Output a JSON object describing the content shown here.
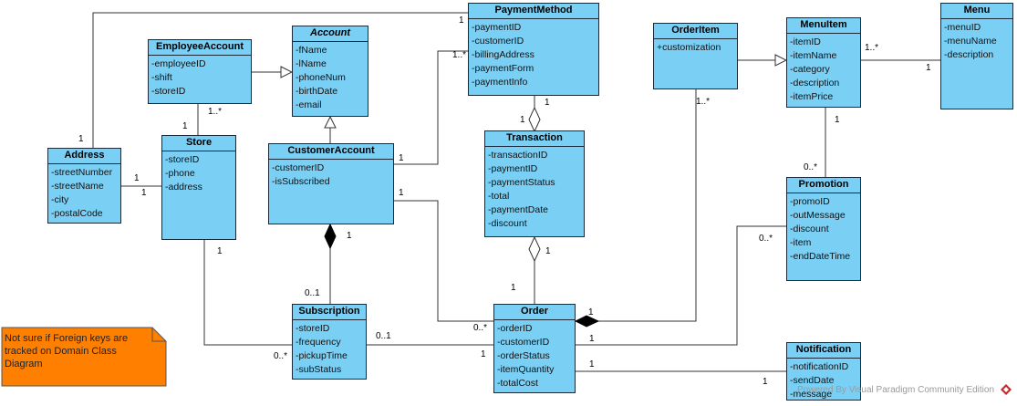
{
  "classes": {
    "payment_method": {
      "name": "PaymentMethod",
      "attributes": [
        "-paymentID",
        "-customerID",
        "-billingAddress",
        "-paymentForm",
        "-paymentInfo"
      ]
    },
    "employee_account": {
      "name": "EmployeeAccount",
      "attributes": [
        "-employeeID",
        "-shift",
        "-storeID"
      ]
    },
    "account": {
      "name": "Account",
      "attributes": [
        "-fName",
        "-lName",
        "-phoneNum",
        "-birthDate",
        "-email"
      ]
    },
    "address": {
      "name": "Address",
      "attributes": [
        "-streetNumber",
        "-streetName",
        "-city",
        "-postalCode"
      ]
    },
    "store": {
      "name": "Store",
      "attributes": [
        "-storeID",
        "-phone",
        "-address"
      ]
    },
    "customer_account": {
      "name": "CustomerAccount",
      "attributes": [
        "-customerID",
        "-isSubscribed"
      ]
    },
    "transaction": {
      "name": "Transaction",
      "attributes": [
        "-transactionID",
        "-paymentID",
        "-paymentStatus",
        "-total",
        "-paymentDate",
        "-discount"
      ]
    },
    "order_item": {
      "name": "OrderItem",
      "attributes": [
        "+customization"
      ]
    },
    "menu_item": {
      "name": "MenuItem",
      "attributes": [
        "-itemID",
        "-itemName",
        "-category",
        "-description",
        "-itemPrice"
      ]
    },
    "menu": {
      "name": "Menu",
      "attributes": [
        "-menuID",
        "-menuName",
        "-description"
      ]
    },
    "promotion": {
      "name": "Promotion",
      "attributes": [
        "-promoID",
        "-outMessage",
        "-discount",
        "-item",
        "-endDateTime"
      ]
    },
    "subscription": {
      "name": "Subscription",
      "attributes": [
        "-storeID",
        "-frequency",
        "-pickupTime",
        "-subStatus"
      ]
    },
    "order": {
      "name": "Order",
      "attributes": [
        "-orderID",
        "-customerID",
        "-orderStatus",
        "-itemQuantity",
        "-totalCost"
      ]
    },
    "notification": {
      "name": "Notification",
      "attributes": [
        "-notificationID",
        "-sendDate",
        "-message"
      ]
    }
  },
  "multiplicities": {
    "pm_address": "1",
    "address_pm": "1",
    "pm_customer": "1..*",
    "customer_pm": "1",
    "pm_transaction": "1",
    "transaction_pm": "1",
    "emp_store": "1..*",
    "store_emp": "1",
    "address_store": "1",
    "store_address": "1",
    "customer_order": "1",
    "customer_subscription": "1",
    "subscription_customer": "0..1",
    "store_subscription": "1",
    "subscription_store": "0..*",
    "transaction_order": "1",
    "order_transaction": "1",
    "order_orderitem": "1",
    "orderitem_order": "1..*",
    "menuitem_menu": "1..*",
    "menu_menuitem": "1",
    "menuitem_promotion": "1",
    "promotion_menuitem": "0..*",
    "promotion_order": "0..*",
    "order_promotion": "1",
    "order_customer": "0..*",
    "subscription_order": "0..1",
    "order_subscription": "1",
    "order_notification": "1",
    "notification_order": "1"
  },
  "note": {
    "text": "Not sure if Foreign keys are tracked on Domain Class Diagram"
  },
  "watermark": {
    "text": "Powered By  Visual Paradigm Community Edition"
  },
  "colors": {
    "class_fill": "#7acff5",
    "note_fill": "#ff8000",
    "line": "#333333"
  }
}
